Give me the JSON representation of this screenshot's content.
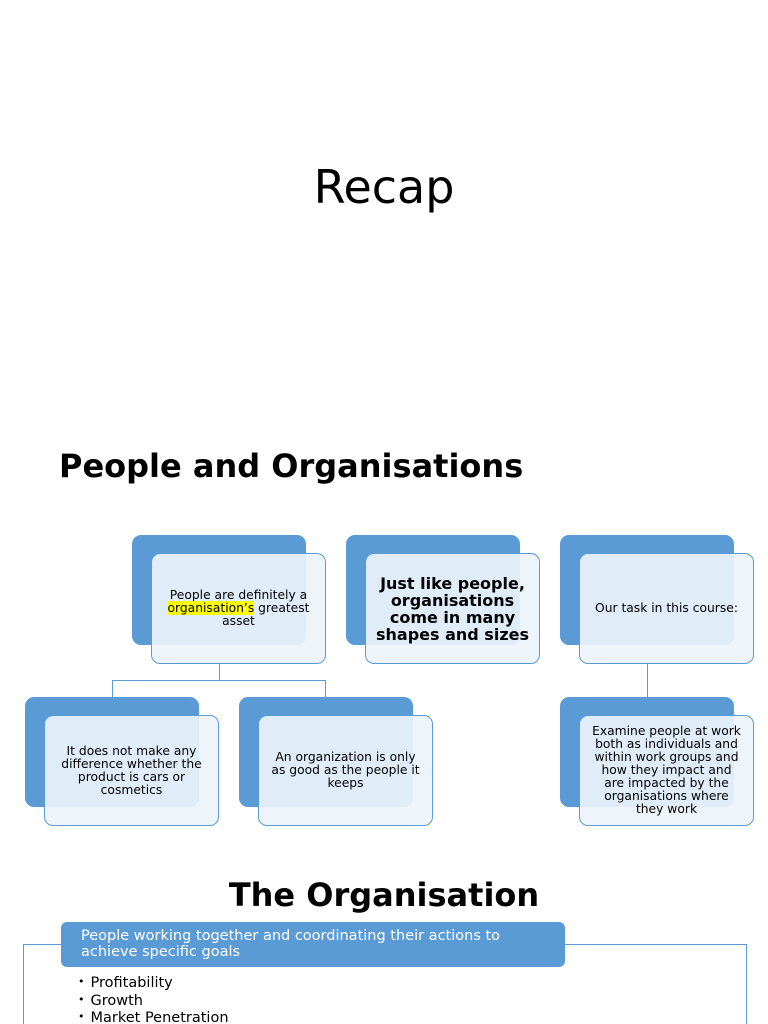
{
  "slide_title": "Recap",
  "section1": {
    "title": "People and Organisations",
    "cards": {
      "asset": {
        "text_before": "People are definitely a",
        "highlight": "organisation’s",
        "text_after": "greatest asset"
      },
      "difference": "It does not make any difference whether the product is cars or cosmetics",
      "only_good": "An organization is only as good as the people it keeps",
      "shapes": "Just like people, organisations come in many shapes and sizes",
      "task": "Our task in this course:",
      "examine": "Examine people at work both as individuals and within work groups and how they impact and are impacted by the organisations where they work"
    }
  },
  "section2": {
    "title": "The Organisation",
    "definition": "People working together and coordinating their actions to achieve specific goals",
    "goals": [
      "Profitability",
      "Growth",
      "Market Penetration"
    ]
  },
  "colors": {
    "accent": "#5b9bd5",
    "card_fill": "#ebf3fa",
    "highlight": "#ffff00"
  }
}
